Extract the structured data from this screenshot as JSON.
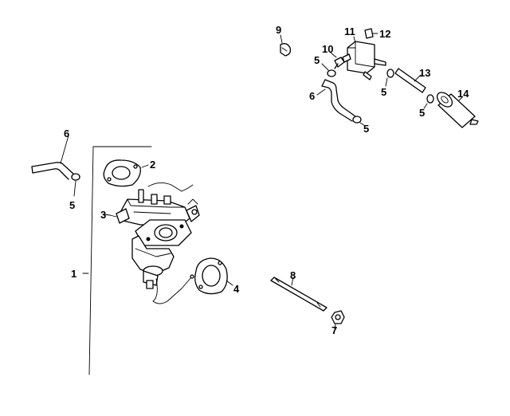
{
  "labels": {
    "p1": "1",
    "p2": "2",
    "p3": "3",
    "p4": "4",
    "p5a": "5",
    "p5b": "5",
    "p5c": "5",
    "p5d": "5",
    "p5e": "5",
    "p6a": "6",
    "p6b": "6",
    "p7": "7",
    "p8": "8",
    "p9": "9",
    "p10": "10",
    "p11": "11",
    "p12": "12",
    "p13": "13",
    "p14": "14"
  },
  "colors": {
    "ink": "#000000",
    "paper": "#ffffff"
  }
}
